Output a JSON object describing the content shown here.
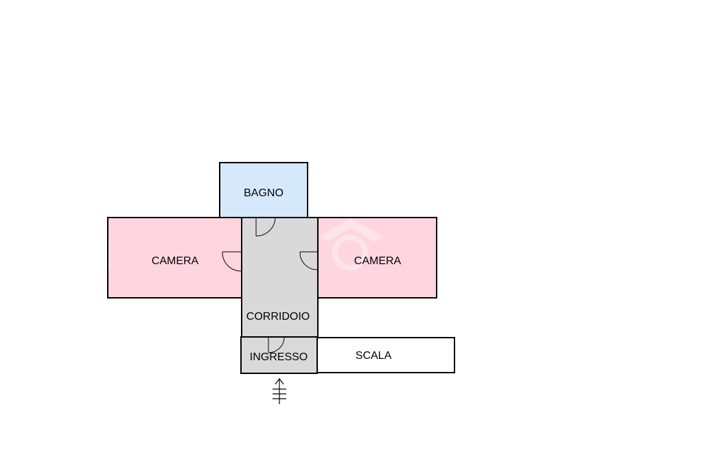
{
  "rooms": {
    "bagno": {
      "label": "BAGNO",
      "fill": "#d6e9fb"
    },
    "camera_left": {
      "label": "CAMERA",
      "fill": "#ffd6df"
    },
    "camera_right": {
      "label": "CAMERA",
      "fill": "#ffd6df"
    },
    "corridoio": {
      "label": "CORRIDOIO",
      "fill": "#d9d9d9"
    },
    "ingresso": {
      "label": "INGRESSO",
      "fill": "#d9d9d9"
    },
    "scala": {
      "label": "SCALA",
      "fill": "#ffffff"
    }
  },
  "wall_color": "#000000",
  "icons": {
    "entrance": "entrance-arrow-icon",
    "watermark": "house-watermark-icon"
  }
}
